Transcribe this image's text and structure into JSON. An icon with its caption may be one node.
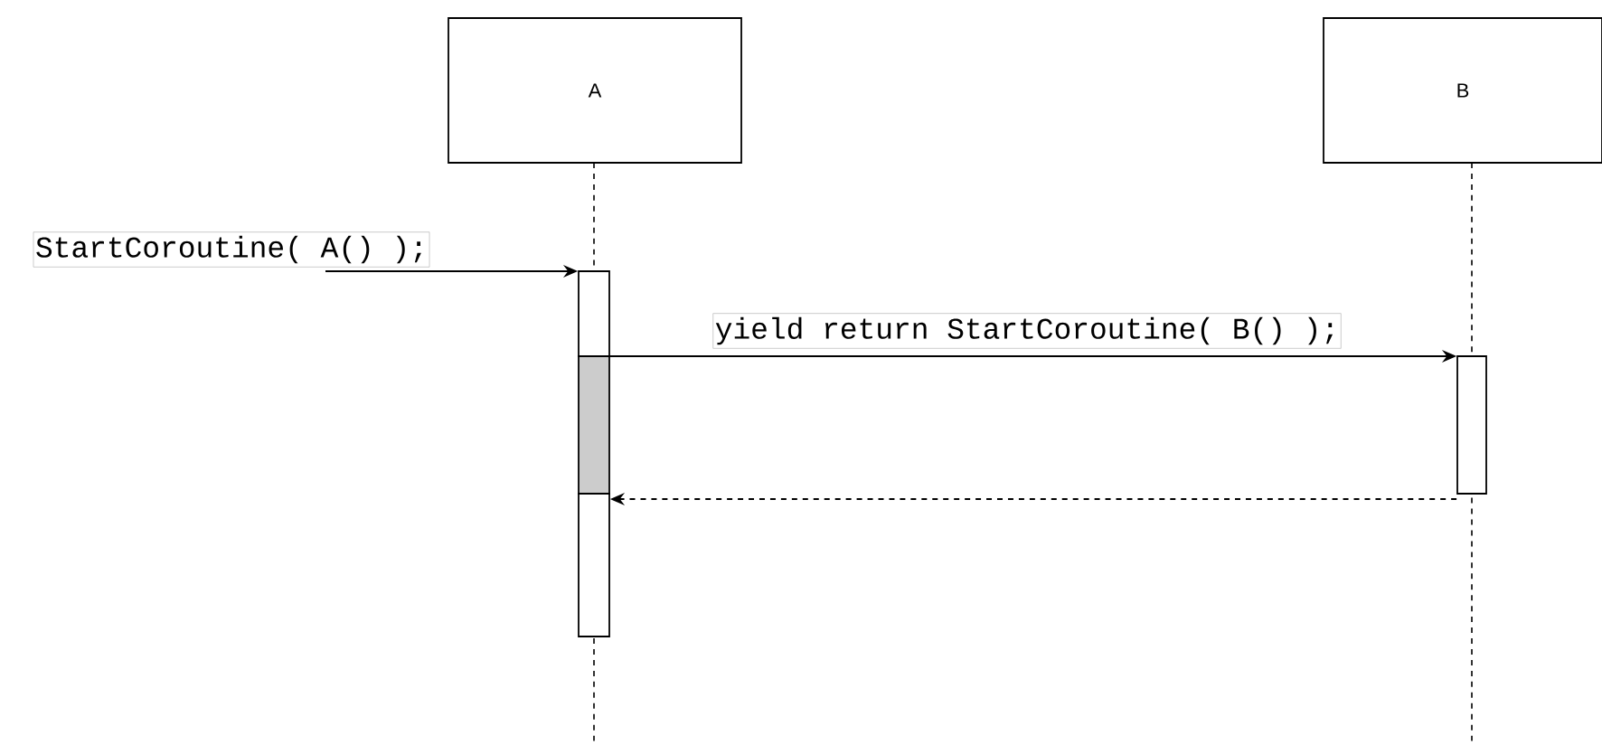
{
  "diagram": {
    "nodes": [
      {
        "text": [
          "A"
        ]
      },
      {
        "text": [
          "B"
        ]
      },
      {
        "text": [],
        "shape": "bar"
      },
      {
        "text": [],
        "shape": "bar"
      },
      {
        "text": [],
        "shape": "bar"
      },
      {
        "text": [],
        "shape": "bar"
      }
    ],
    "edges": [
      {
        "from": null,
        "to": 2,
        "arrow": "to",
        "label": "StartCoroutine( A() );"
      },
      {
        "from": 2,
        "to": 5,
        "arrow": "to",
        "label": "yield return StartCoroutine( B() );"
      },
      {
        "from": 5,
        "to": 4,
        "arrow": "to",
        "style": "dashed"
      }
    ]
  }
}
